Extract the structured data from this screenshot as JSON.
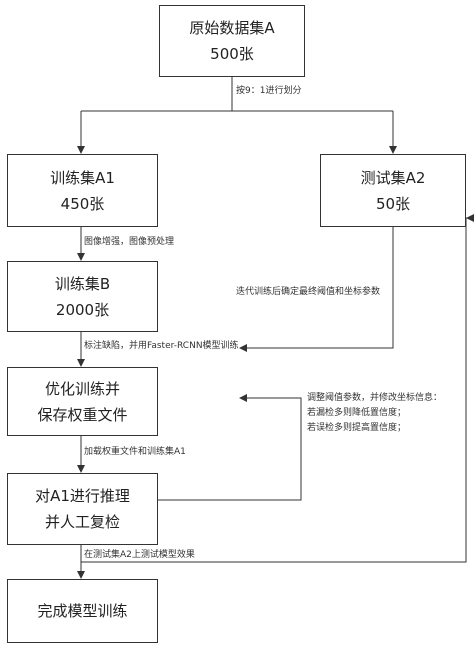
{
  "nodes": {
    "original": {
      "line1": "原始数据集A",
      "line2": "500张"
    },
    "train_a1": {
      "line1": "训练集A1",
      "line2": "450张"
    },
    "test_a2": {
      "line1": "测试集A2",
      "line2": "50张"
    },
    "train_b": {
      "line1": "训练集B",
      "line2": "2000张"
    },
    "optimize": {
      "line1": "优化训练并",
      "line2": "保存权重文件"
    },
    "infer": {
      "line1": "对A1进行推理",
      "line2": "并人工复检"
    },
    "finish": {
      "line1": "完成模型训练",
      "line2": ""
    }
  },
  "edges": {
    "split": "按9：1进行划分",
    "augment": "图像增强，图像预处理",
    "label_defects": "标注缺陷，并用Faster-RCNN模型训练",
    "load_weights": "加载权重文件和训练集A1",
    "test_eval": "在测试集A2上测试模型效果",
    "iterate": "迭代训练后确定最终阈值和坐标参数",
    "adjust_line1": "调整阈值参数，并修改坐标信息：",
    "adjust_line2": "若漏检多则降低置信度；",
    "adjust_line3": "若误检多则提高置信度；"
  }
}
